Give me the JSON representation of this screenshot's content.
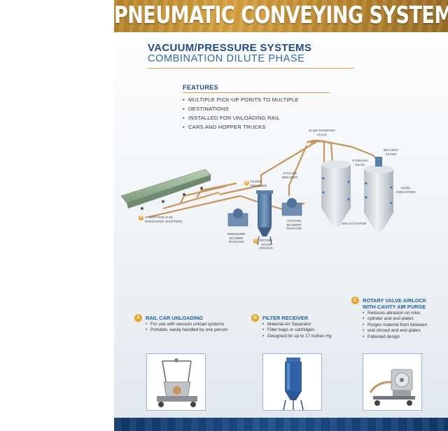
{
  "banner": {
    "title": "PNEUMATIC CONVEYING SYSTEMS"
  },
  "heading": {
    "title": "VACUUM/PRESSURE SYSTEMS",
    "subtitle": "COMBINATION DILUTE PHASE"
  },
  "features": {
    "heading": "FEATURES",
    "items": [
      "MULTIPLE PICK-UP POINTS TO MULTIPLE",
      "DESTINATIONS",
      "INSTALLED FOR UNLOADING RAIL",
      "CARS AND HOPPER TRUCKS"
    ]
  },
  "diagram": {
    "labels": {
      "slide_diverter": [
        "SLIDE DIVERTER",
        "VALVE"
      ],
      "bin_vent": [
        "BIN VENT",
        "FILTER"
      ],
      "storage_silos": [
        "STORAGE",
        "SILOS"
      ],
      "filter_receiver": [
        "FILTER",
        "RECEIVER"
      ],
      "vacuum_breaker": [
        "VACUUM",
        "BREAKER"
      ],
      "level_indicators": [
        "LEVEL",
        "INDICATORS"
      ],
      "airlift": [
        "AIRLIFT RAIL-CAR",
        "DISCHARGE ADAPTERS"
      ],
      "vacuum_blower": [
        "VACUUM",
        "BLOWER",
        "PACKAGE"
      ],
      "bin_activator": [
        "BIN ACTIVATOR"
      ],
      "pressure_blower": [
        "PRESSURE",
        "BLOWER",
        "PACKAGE"
      ],
      "rotary_valve": [
        "ROTARY",
        "VALVE",
        "AIRLOCK"
      ]
    },
    "badges": {
      "a": "A",
      "b": "B",
      "c": "C"
    },
    "colors": {
      "pipe": "#c9955a",
      "silo": "#cfd6dc",
      "equipment": "#5a7fa6",
      "railcar": "#9cb79a"
    }
  },
  "sections": [
    {
      "badge": "A",
      "title": [
        "RAIL CAR UNLOADING"
      ],
      "items": [
        "For use with vacuum unload systems",
        "Portable, easily handled by one person"
      ]
    },
    {
      "badge": "B",
      "title": [
        "FILTER RECEIVER"
      ],
      "items": [
        "Material-Air Separator",
        "Filter bags or cartridges",
        "Designed for up to 17 inches Hg"
      ]
    },
    {
      "badge": "C",
      "title": [
        "ROTARY VALVE AIRLOCK",
        "WITH CAVITY AIR PURGE"
      ],
      "items": [
        "Reduces abrasion on rotor,",
        "cylinder and end plates",
        "Purges material from between",
        "end shroud and end plates",
        "Patented design"
      ]
    }
  ],
  "colors": {
    "accent": "#e8a320",
    "title_blue": "#1f4b8c",
    "banner_gold": "#d9a441",
    "footer_navy": "#1d4f8a"
  }
}
